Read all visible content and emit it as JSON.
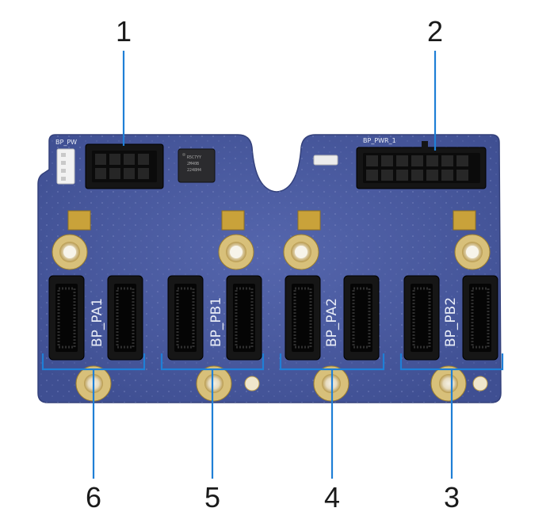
{
  "callouts": [
    {
      "num": "1"
    },
    {
      "num": "2"
    },
    {
      "num": "3"
    },
    {
      "num": "4"
    },
    {
      "num": "5"
    },
    {
      "num": "6"
    }
  ],
  "board": {
    "header_small_label": "BP_PW",
    "header_large_label": "BP_PWR_1",
    "port_labels": [
      "BP_PA1",
      "BP_PB1",
      "BP_PA2",
      "BP_PB2"
    ],
    "chip_text": [
      "R5C7YY",
      "2M40B",
      "2248H4"
    ]
  },
  "colors": {
    "board": "#4a5a9e",
    "board_edge": "#3d4c8a",
    "callout_line": "#1f7fd6",
    "connector": "#151515",
    "pad": "#c9a23a",
    "hole_ring": "#d8c07a"
  }
}
